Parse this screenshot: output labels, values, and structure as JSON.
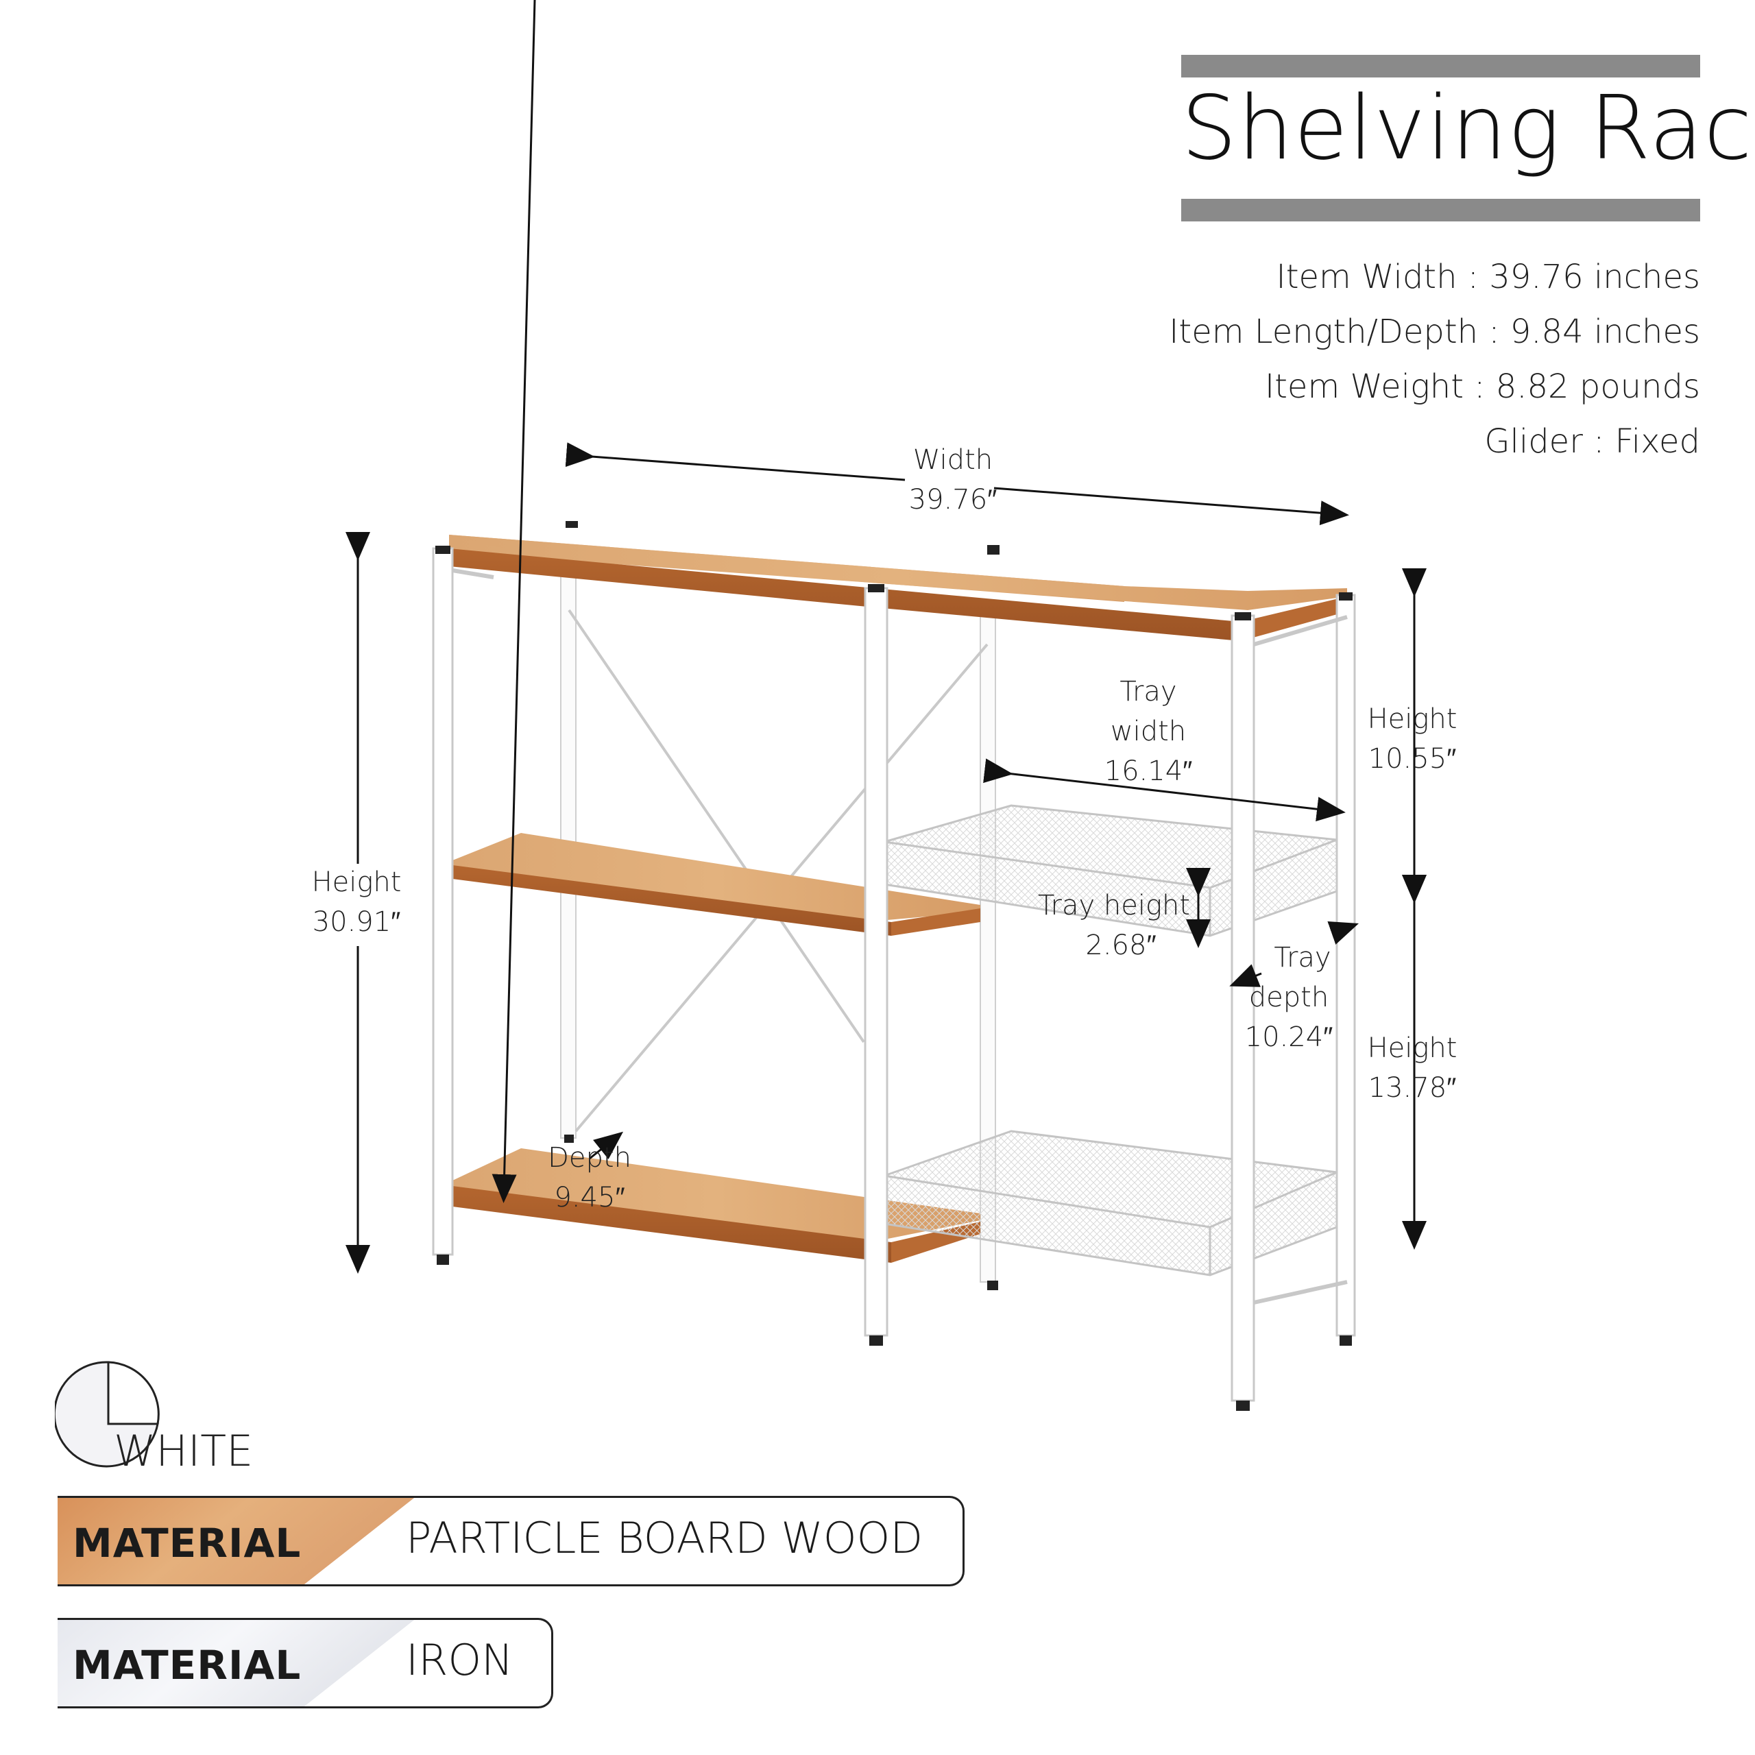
{
  "title": "Shelving Rack",
  "specs": {
    "width": "Item Width : 39.76  inches",
    "depth": "Item Length/Depth : 9.84  inches",
    "weight": "Item Weight : 8.82  pounds",
    "glider": "Glider : Fixed"
  },
  "dimensions": {
    "width_label": "Width",
    "width_value": "39.76″",
    "height_label": "Height",
    "height_value": "30.91″",
    "upper_height_label": "Height",
    "upper_height_value": "10.55″",
    "lower_height_label": "Height",
    "lower_height_value": "13.78″",
    "tray_width_l1": "Tray",
    "tray_width_l2": "width",
    "tray_width_value": "16.14″",
    "tray_height_label": "Tray height",
    "tray_height_value": "2.68″",
    "tray_depth_l1": "Tray",
    "tray_depth_l2": "depth",
    "tray_depth_value": "10.24″",
    "depth_label": "Depth",
    "depth_value": "9.45″"
  },
  "color_label": "WHITE",
  "materials": [
    {
      "key": "MATERIAL",
      "value": "PARTICLE BOARD WOOD"
    },
    {
      "key": "MATERIAL",
      "value": "IRON"
    }
  ],
  "colors": {
    "wood": "#d4915a",
    "wood_light": "#e8b98c",
    "frame": "#ffffff",
    "accent_gray": "#8a8a8a"
  }
}
